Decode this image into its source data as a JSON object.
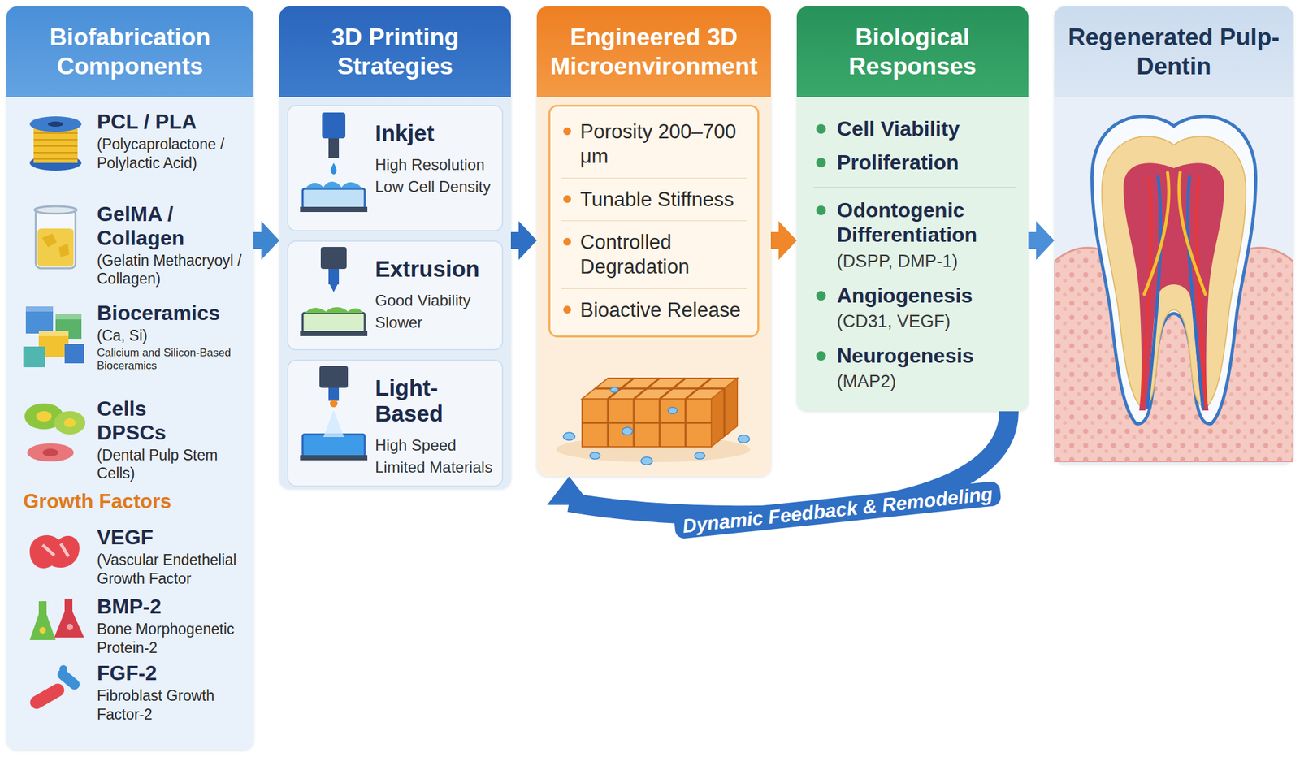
{
  "diagram": {
    "nodes": [
      {
        "text": [
          "Biofabrication Components"
        ]
      },
      {
        "text": [
          "PCL / PLA",
          "(Polycaprolactone / Polylactic Acid)"
        ],
        "in": 0
      },
      {
        "text": [
          "GelMA / Collagen",
          "(Gelatin Methacryoyl / Collagen)"
        ],
        "in": 0
      },
      {
        "text": [
          "Bioceramics",
          "(Ca, Si)",
          "Calicium and Silicon-Based Bioceramics"
        ],
        "in": 0
      },
      {
        "text": [
          "Cells",
          "DPSCs",
          "(Dental Pulp Stem Cells)"
        ],
        "in": 0
      },
      {
        "text": [
          "VEGF",
          "(Vascular Endethelial Growth Factor"
        ],
        "in": 0
      },
      {
        "text": [
          "BMP-2",
          "Bone Morphogenetic Protein-2"
        ],
        "in": 0
      },
      {
        "text": [
          "FGF-2",
          "Fibroblast Growth Factor-2"
        ],
        "in": 0
      },
      {
        "text": [
          "3D Printing Strategies"
        ]
      },
      {
        "text": [
          "Inkjet",
          "High Resolution",
          "Low Cell Density"
        ],
        "in": 8
      },
      {
        "text": [
          "Extrusion",
          "Good Viability",
          "Slower"
        ],
        "in": 8
      },
      {
        "text": [
          "Light-Based",
          "High Speed",
          "Limited Materials"
        ],
        "in": 8
      },
      {
        "text": [
          "Engineered 3D Microenvironment"
        ]
      },
      {
        "text": [
          "Porosity 200–700 μm",
          "Tunable Stiffness",
          "Controlled Degradation",
          "Bioactive Release"
        ],
        "in": 12
      },
      {
        "text": [
          "Biological Responses",
          "Cell Viability",
          "Proliferation",
          "Odontogenic Differentiation",
          "(DSPP, DMP-1)",
          "Angiogenesis",
          "(CD31, VEGF)",
          "Neurogenesis",
          "(MAP2)"
        ]
      },
      {
        "text": [
          "Regenerated Pulp-Dentin"
        ]
      }
    ],
    "edges": [
      {
        "from": 0,
        "to": 8,
        "arrow": "to"
      },
      {
        "from": 8,
        "to": 12,
        "arrow": "to"
      },
      {
        "from": 12,
        "to": 14,
        "arrow": "to"
      },
      {
        "from": 14,
        "to": 15,
        "arrow": "to"
      },
      {
        "from": 14,
        "to": 12,
        "label": "Dynamic Feedback & Remodeling",
        "arrow": "to"
      }
    ],
    "labels": [
      "Growth Factors"
    ]
  }
}
